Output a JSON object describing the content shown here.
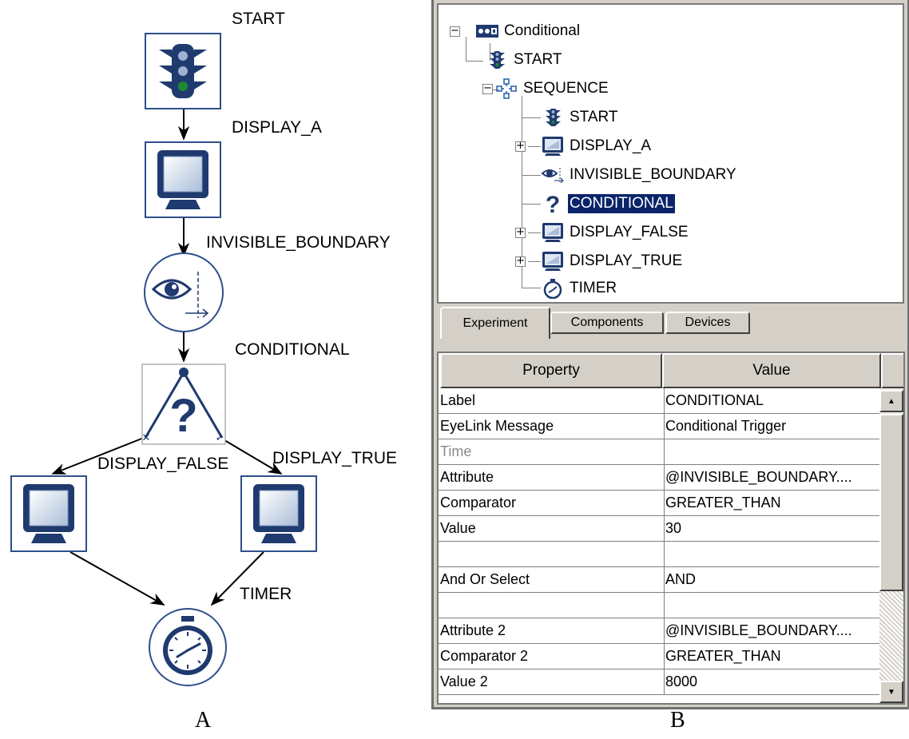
{
  "diagram": {
    "nodes": {
      "start": "START",
      "display_a": "DISPLAY_A",
      "invisible_boundary": "INVISIBLE_BOUNDARY",
      "conditional": "CONDITIONAL",
      "display_false": "DISPLAY_FALSE",
      "display_true": "DISPLAY_TRUE",
      "timer": "TIMER"
    }
  },
  "tree": {
    "root": "Conditional",
    "items": [
      {
        "label": "START",
        "icon": "traffic-light-icon"
      },
      {
        "label": "SEQUENCE",
        "icon": "sequence-icon"
      },
      {
        "label": "START",
        "icon": "traffic-light-icon"
      },
      {
        "label": "DISPLAY_A",
        "icon": "monitor-icon"
      },
      {
        "label": "INVISIBLE_BOUNDARY",
        "icon": "eye-boundary-icon"
      },
      {
        "label": "CONDITIONAL",
        "icon": "question-mark-icon",
        "selected": true
      },
      {
        "label": "DISPLAY_FALSE",
        "icon": "monitor-icon"
      },
      {
        "label": "DISPLAY_TRUE",
        "icon": "monitor-icon"
      },
      {
        "label": "TIMER",
        "icon": "stopwatch-icon"
      }
    ]
  },
  "tabs": [
    {
      "label": "Experiment",
      "active": true
    },
    {
      "label": "Components",
      "active": false
    },
    {
      "label": "Devices",
      "active": false
    }
  ],
  "properties": {
    "header_property": "Property",
    "header_value": "Value",
    "rows": [
      {
        "key": "Label",
        "value": "CONDITIONAL"
      },
      {
        "key": "EyeLink Message",
        "value": "Conditional Trigger"
      },
      {
        "key": "Time",
        "value": ""
      },
      {
        "key": "Attribute",
        "value": "@INVISIBLE_BOUNDARY...."
      },
      {
        "key": "Comparator",
        "value": "GREATER_THAN"
      },
      {
        "key": "Value",
        "value": "30"
      },
      {
        "key": "",
        "value": ""
      },
      {
        "key": "And Or Select",
        "value": "AND"
      },
      {
        "key": "",
        "value": ""
      },
      {
        "key": "Attribute 2",
        "value": "@INVISIBLE_BOUNDARY...."
      },
      {
        "key": "Comparator 2",
        "value": "GREATER_THAN"
      },
      {
        "key": "Value 2",
        "value": "8000"
      }
    ]
  },
  "captions": {
    "left": "A",
    "right": "B"
  },
  "colors": {
    "icon_blue": "#1f3a6e",
    "node_border": "#2d4f8a",
    "selection": "#0a246a"
  }
}
